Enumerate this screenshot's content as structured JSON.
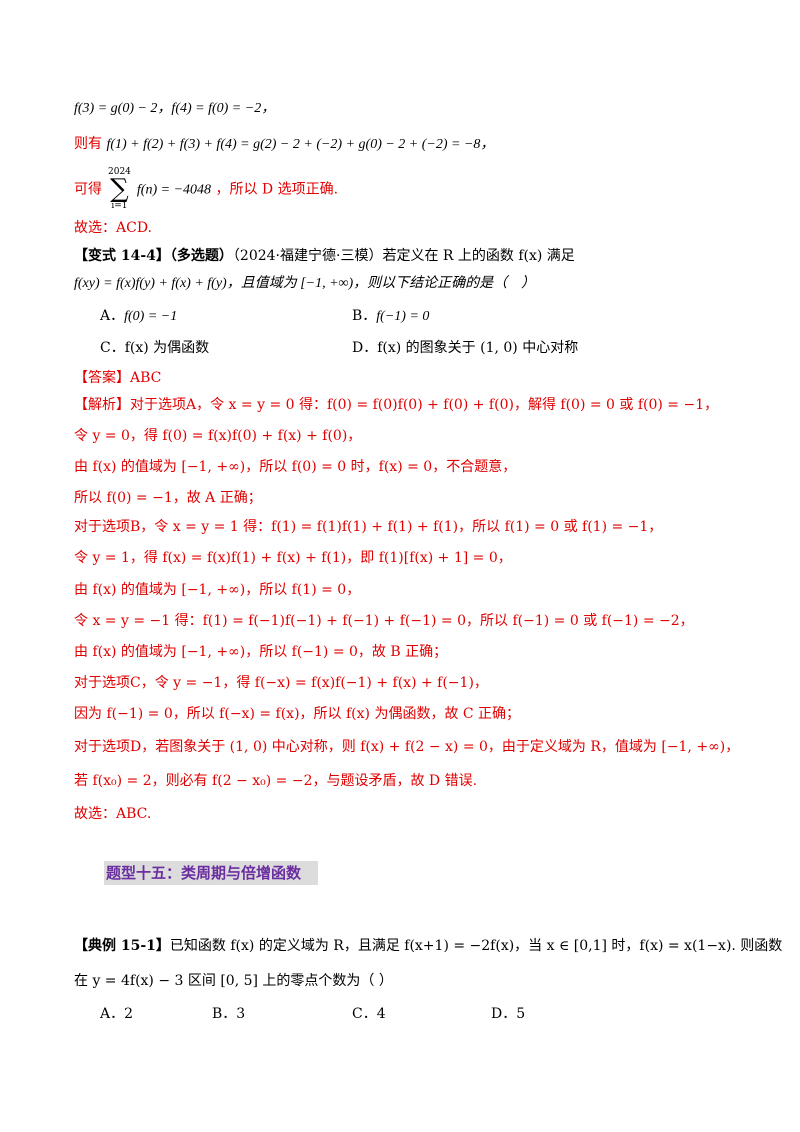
{
  "solution_top": {
    "l1": "f(3) = g(0) − 2，f(4) = f(0) = −2，",
    "l2_prefix": "则有",
    "l2_math": "f(1) + f(2) + f(3) + f(4) = g(2) − 2 + (−2) + g(0) − 2 + (−2) = −8，",
    "l3_prefix": "可得",
    "sum_top": "2024",
    "sum_bottom": "i=1",
    "l3_math": "f(n) = −4048",
    "l3_suffix": "，所以 D 选项正确.",
    "answer_line": "故选：ACD."
  },
  "variant": {
    "label": "【变式 14-4】",
    "type": "（多选题）",
    "source": "（2024·福建宁德·三模）",
    "stem_1": "若定义在 R 上的函数 f(x) 满足",
    "stem_2": "f(xy) = f(x)f(y) + f(x) + f(y)，且值域为 [−1, +∞)，则以下结论正确的是（　）",
    "options": [
      {
        "letter": "A．",
        "text": "f(0) = −1"
      },
      {
        "letter": "B．",
        "text": "f(−1) = 0"
      },
      {
        "letter": "C．",
        "text": "f(x) 为偶函数"
      },
      {
        "letter": "D．",
        "text": "f(x) 的图象关于 (1, 0) 中心对称"
      }
    ],
    "answer": "【答案】ABC",
    "analysis": [
      "【解析】对于选项A，令 x = y = 0 得：f(0) = f(0)f(0) + f(0) + f(0)，解得 f(0) = 0 或 f(0) = −1，",
      "令 y = 0，得 f(0) = f(x)f(0) + f(x) + f(0)，",
      "由 f(x) 的值域为 [−1, +∞)，所以 f(0) = 0 时，f(x) = 0，不合题意，",
      "所以 f(0) = −1，故 A 正确；",
      "对于选项B，令 x = y = 1 得：f(1) = f(1)f(1) + f(1) + f(1)，所以 f(1) = 0 或 f(1) = −1，",
      "令 y = 1，得 f(x) = f(x)f(1) + f(x) + f(1)，即 f(1)[f(x) + 1] = 0，",
      "由 f(x) 的值域为 [−1, +∞)，所以 f(1) = 0，",
      "令 x = y = −1 得：f(1) = f(−1)f(−1) + f(−1) + f(−1) = 0，所以 f(−1) = 0 或 f(−1) = −2，",
      "由 f(x) 的值域为 [−1, +∞)，所以 f(−1) = 0，故 B 正确；",
      "对于选项C，令 y = −1，得 f(−x) = f(x)f(−1) + f(x) + f(−1)，",
      "因为 f(−1) = 0，所以 f(−x) = f(x)，所以 f(x) 为偶函数，故 C 正确；",
      "对于选项D，若图象关于 (1, 0) 中心对称，则 f(x) + f(2 − x) = 0，由于定义域为 R，值域为 [−1, +∞)，",
      "若 f(x₀) = 2，则必有 f(2 − x₀) = −2，与题设矛盾，故 D 错误.",
      "故选：ABC."
    ]
  },
  "section": {
    "title": "题型十五：类周期与倍增函数"
  },
  "example": {
    "label": "【典例 15-1】",
    "stem_1": "已知函数 f(x) 的定义域为 R，且满足 f(x+1) = −2f(x)，当 x ∈ [0,1] 时，f(x) = x(1−x). 则函数",
    "stem_2": "在 y = 4f(x) − 3 区间 [0, 5] 上的零点个数为（ ）",
    "options": [
      {
        "letter": "A．",
        "text": "2"
      },
      {
        "letter": "B．",
        "text": "3"
      },
      {
        "letter": "C．",
        "text": "4"
      },
      {
        "letter": "D．",
        "text": "5"
      }
    ]
  }
}
